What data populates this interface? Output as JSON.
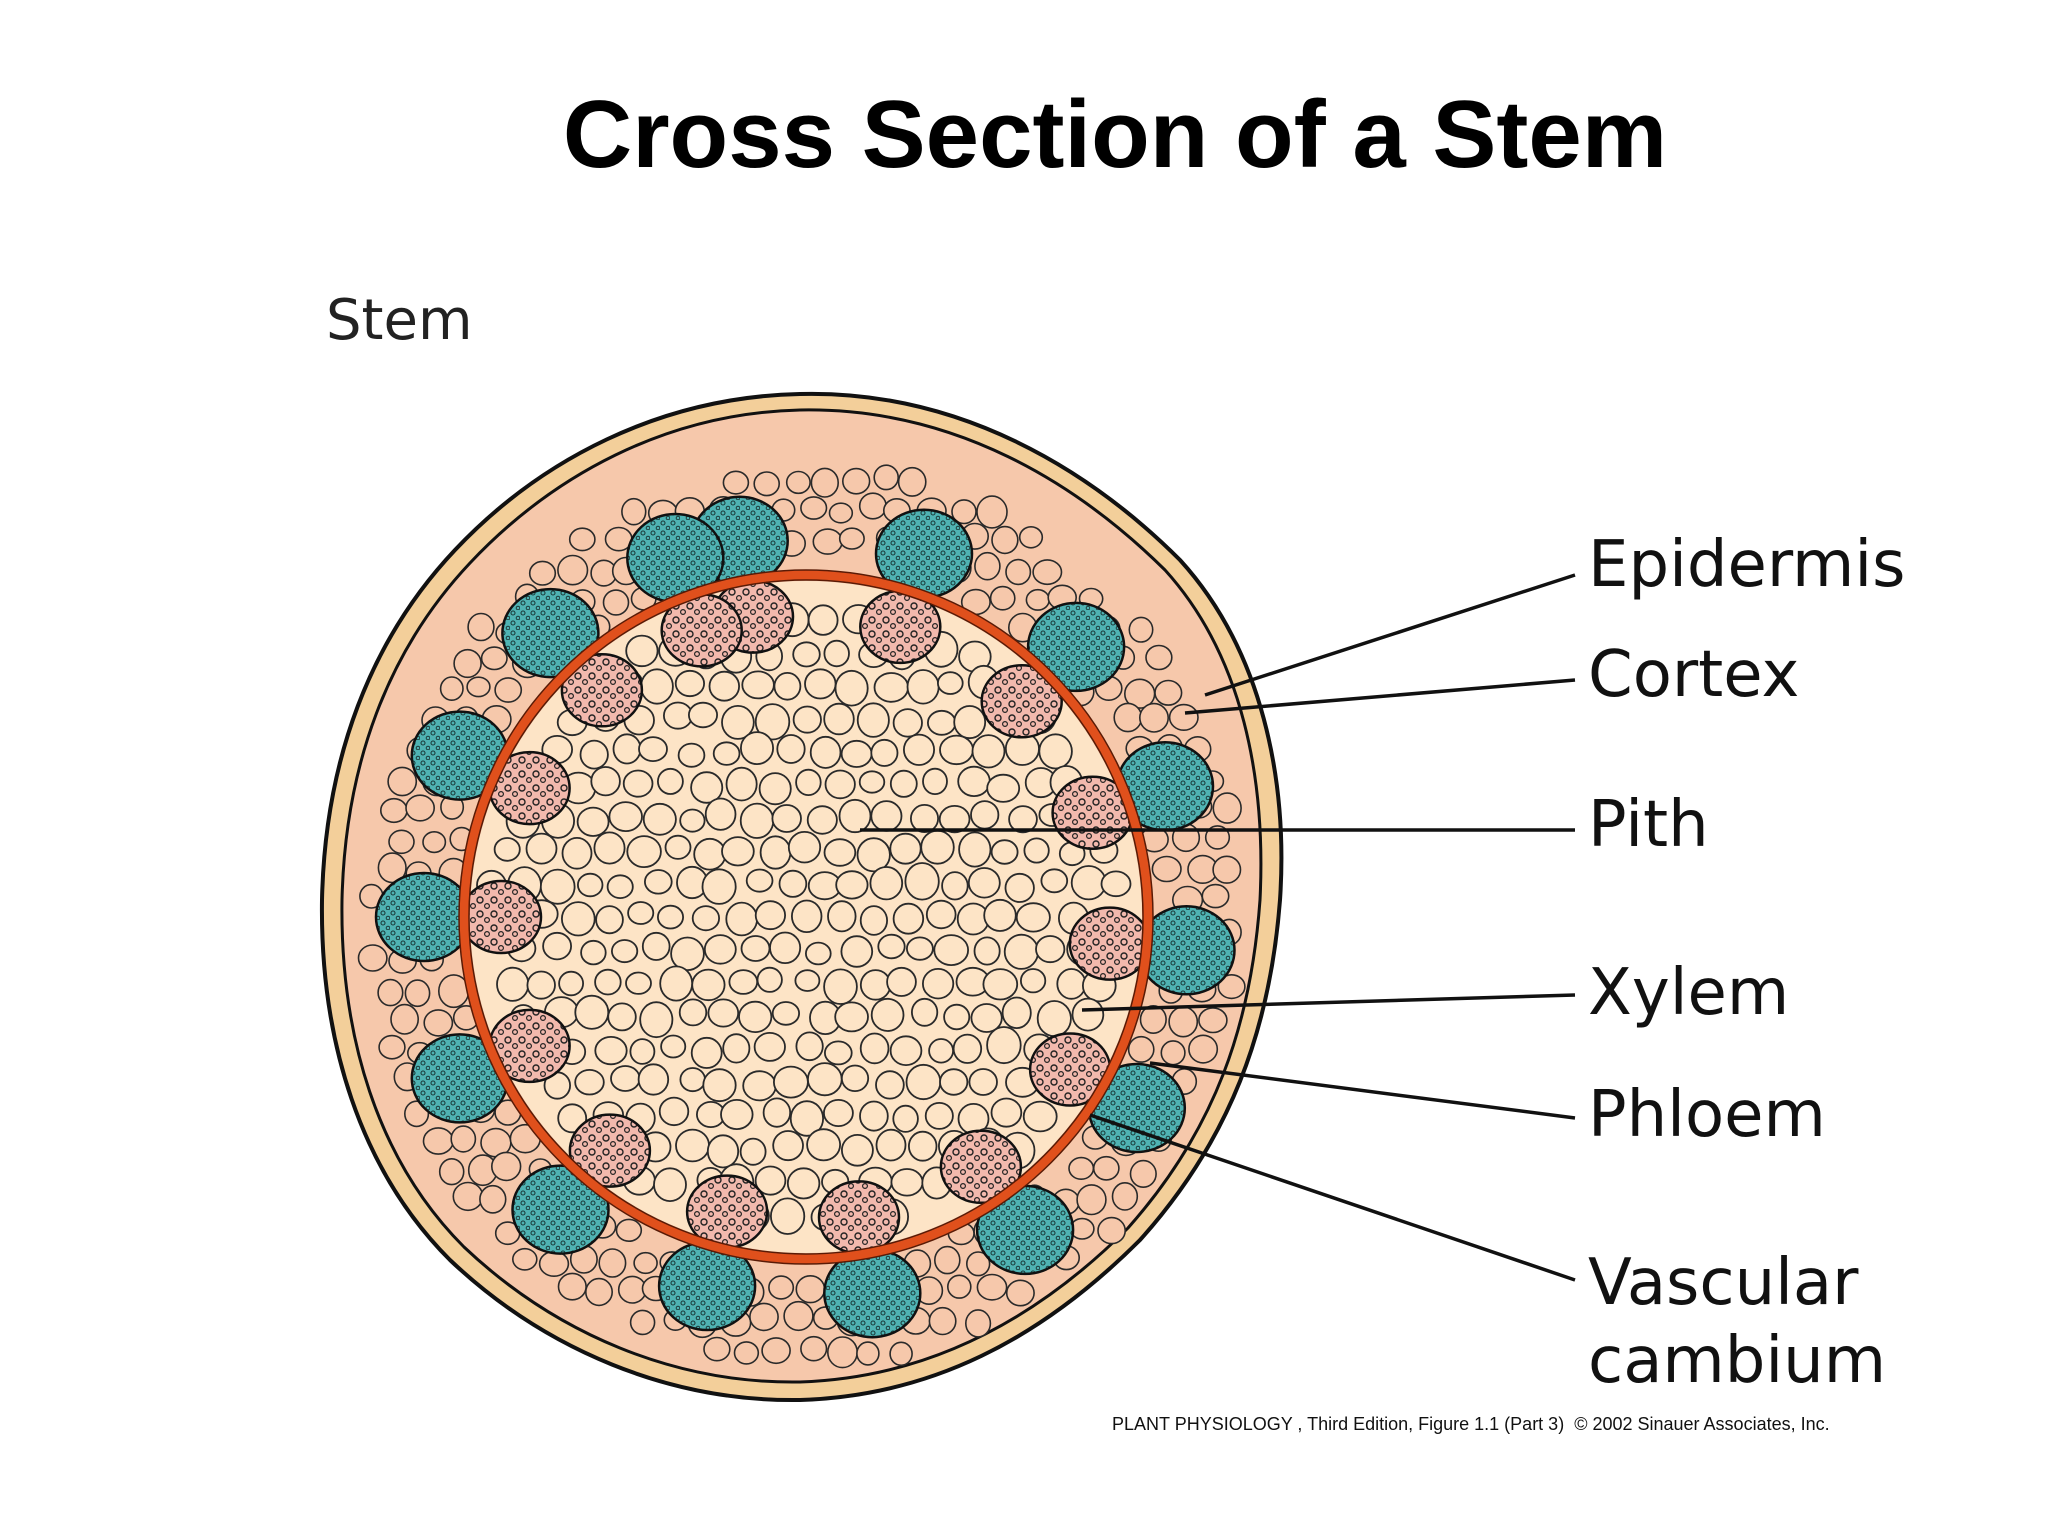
{
  "title": "Cross Section of a Stem",
  "panel_label": "Stem",
  "labels": {
    "epidermis": "Epidermis",
    "cortex": "Cortex",
    "pith": "Pith",
    "xylem": "Xylem",
    "phloem": "Phloem",
    "vascular_cambium": "Vascular\ncambium"
  },
  "caption": "PLANT PHYSIOLOGY , Third Edition, Figure 1.1 (Part 3)  © 2002 Sinauer Associates, Inc.",
  "colors": {
    "epidermis": "#f3cf9a",
    "cortex": "#f6c8ab",
    "pith": "#fde4c6",
    "cambium": "#e0501c",
    "xylem": "#f2b9ad",
    "phloem": "#4fb3b3",
    "outline": "#111111"
  }
}
